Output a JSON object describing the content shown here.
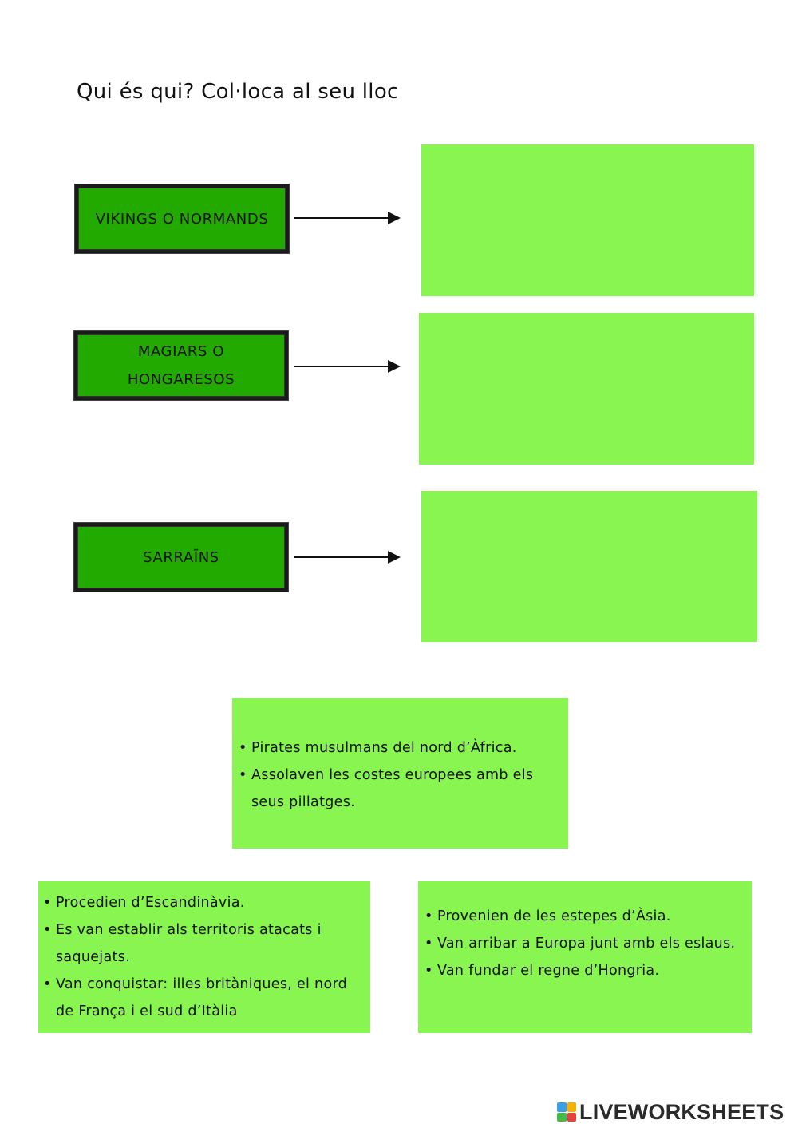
{
  "title": "Qui és qui? Col·loca al seu lloc",
  "labels": [
    {
      "text": "VIKINGS O NORMANDS"
    },
    {
      "text_lines": [
        "MAGIARS O",
        "HONGARESOS"
      ]
    },
    {
      "text": "SARRAÏNS"
    }
  ],
  "cards": {
    "saracens": [
      "Pirates musulmans del nord d’Àfrica.",
      "Assolaven les costes europees amb els seus pillatges."
    ],
    "vikings": [
      "Procedien d’Escandinàvia.",
      "Es van establir als territoris atacats i saquejats.",
      "Van conquistar: illes britàniques, el nord de França i el sud d’Itàlia"
    ],
    "magyars": [
      "Provenien de les estepes d’Àsia.",
      "Van arribar a Europa junt amb els eslaus.",
      "Van fundar el regne d’Hongria."
    ]
  },
  "brand": {
    "text": "LIVEWORKSHEETS"
  },
  "colors": {
    "label_bg": "#22aa00",
    "zone_bg": "#88f550"
  }
}
